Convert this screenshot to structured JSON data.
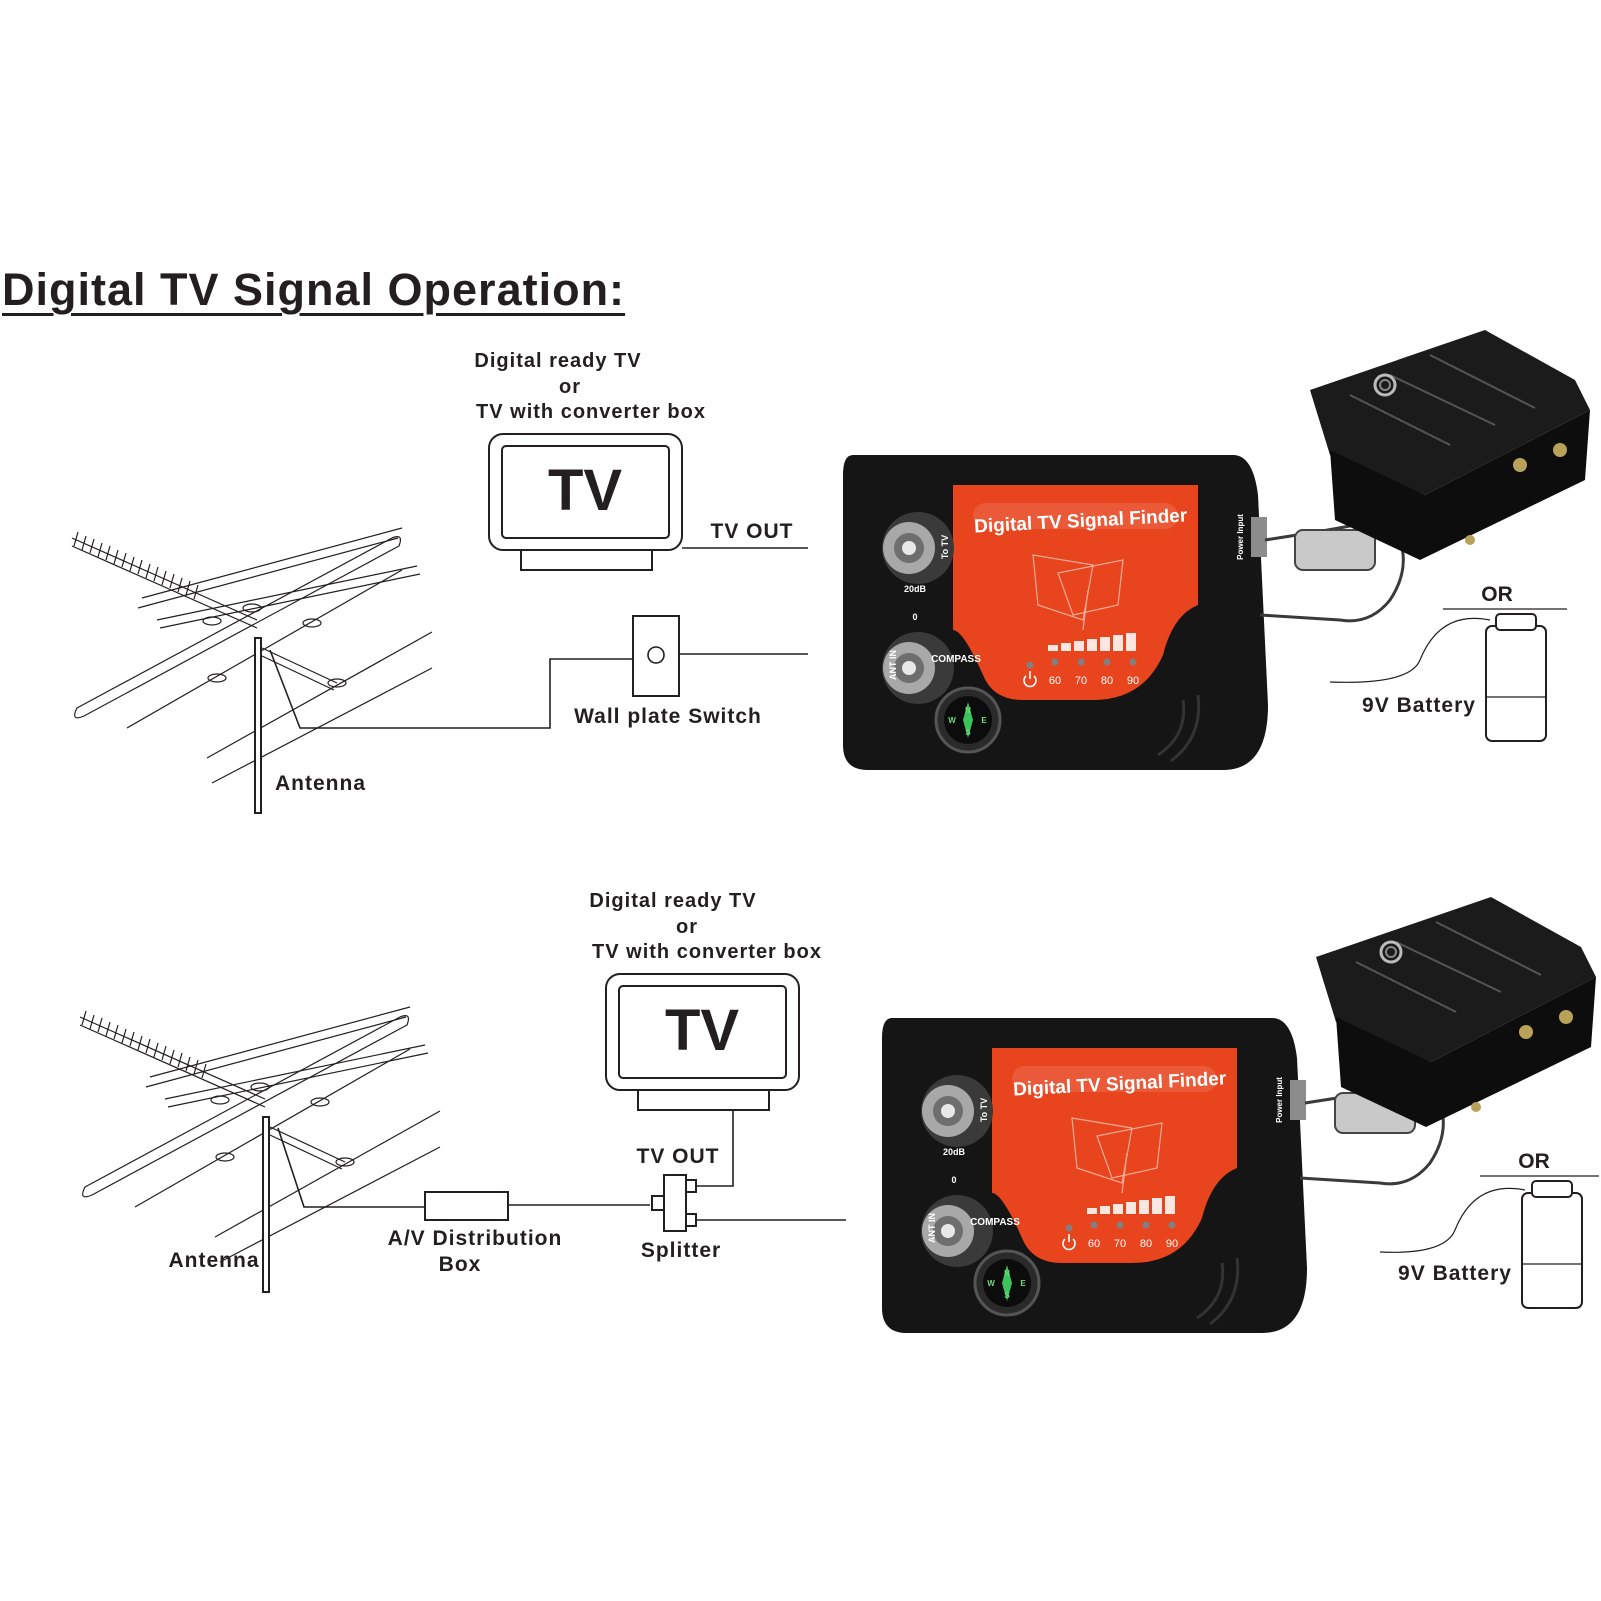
{
  "title": "Digital TV Signal Operation:",
  "device": {
    "name": "Digital TV Signal Finder",
    "port_to_tv": "To TV",
    "port_ant_in": "ANT IN",
    "switch_20db": "20dB",
    "switch_0": "0",
    "compass": "COMPASS",
    "power_input": "Power Input",
    "leds": [
      "60",
      "70",
      "80",
      "90"
    ],
    "compass_letters": [
      "N",
      "E",
      "S",
      "W"
    ]
  },
  "setups": [
    {
      "tv_caption": [
        "Digital ready TV",
        "or",
        "TV with converter box"
      ],
      "tv_text": "TV",
      "tv_out": "TV OUT",
      "antenna": "Antenna",
      "middle_label": "Wall plate Switch",
      "or": "OR",
      "battery": "9V Battery"
    },
    {
      "tv_caption": [
        "Digital ready TV",
        "or",
        "TV with converter box"
      ],
      "tv_text": "TV",
      "tv_out": "TV OUT",
      "antenna": "Antenna",
      "distribution": [
        "A/V Distribution",
        "Box"
      ],
      "splitter": "Splitter",
      "or": "OR",
      "battery": "9V Battery"
    }
  ]
}
